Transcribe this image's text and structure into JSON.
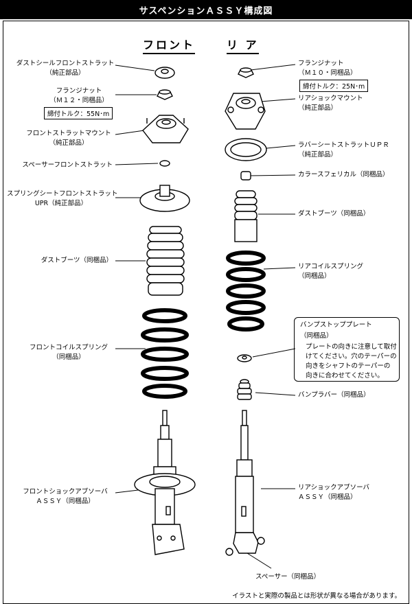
{
  "title": "サスペンションＡＳＳＹ構成図",
  "headers": {
    "front": "フロント",
    "rear": "リ ア"
  },
  "front_labels": {
    "dust_seal_1": "ダストシールフロントストラット",
    "dust_seal_2": "（純正部品）",
    "flange_nut_1": "フランジナット",
    "flange_nut_2": "（Ｍ１２・同梱品）",
    "torque": "締付トルク：55N･m",
    "mount_1": "フロントストラットマウント",
    "mount_2": "（純正部品）",
    "spacer": "スペーサーフロントストラット",
    "seat_1": "スプリングシートフロントストラット",
    "seat_2": "UPR（純正部品）",
    "boots": "ダストブーツ（同梱品）",
    "coil_1": "フロントコイルスプリング",
    "coil_2": "（同梱品）",
    "absorber_1": "フロントショックアブソーバ",
    "absorber_2": "ＡＳＳＹ（同梱品）"
  },
  "rear_labels": {
    "flange_nut_1": "フランジナット",
    "flange_nut_2": "（Ｍ１０・同梱品）",
    "torque": "締付トルク：25N･m",
    "mount_1": "リアショックマウント",
    "mount_2": "（純正部品）",
    "rubber_seat": "ラバーシートストラットＵＰＲ",
    "rubber_seat_2": "（純正部品）",
    "collar": "カラースフェリカル（同梱品）",
    "boots": "ダストブーツ（同梱品）",
    "coil_1": "リアコイルスプリング",
    "coil_2": "（同梱品）",
    "bump_rubber": "バンプラバー（同梱品）",
    "absorber_1": "リアショックアブソーバ",
    "absorber_2": "ＡＳＳＹ（同梱品）",
    "spacer": "スペーサー（同梱品）"
  },
  "note": {
    "title": "バンプストッププレート",
    "subtitle": "（同梱品）",
    "lines": [
      "プレートの向きに注意して取付",
      "けてください。穴のテーパーの",
      "向きをシャフトのテーパーの",
      "向きに合わせてください。"
    ]
  },
  "footer": "イラストと実際の製品とは形状が異なる場合があります。"
}
